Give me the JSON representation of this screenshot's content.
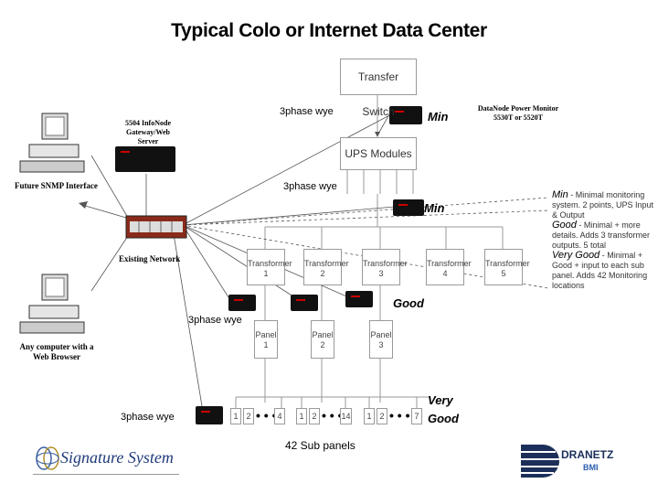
{
  "title": "Typical Colo or Internet Data Center",
  "boxes": {
    "transfer_switch": "Transfer Switch",
    "ups_modules": "UPS Modules",
    "transformers": [
      "Transformer 1",
      "Transformer 2",
      "Transformer 3",
      "Transformer 4",
      "Transformer 5"
    ],
    "panels": [
      "Panel 1",
      "Panel 2",
      "Panel 3"
    ]
  },
  "labels": {
    "phase_top": "3phase wye",
    "phase_mid": "3phase wye",
    "phase_panel": "3phase wye",
    "phase_bottom": "3phase wye",
    "gateway": "5504 InfoNode Gateway/Web Server",
    "snmp": "Future SNMP Interface",
    "network": "Existing Network",
    "browser": "Any computer with a Web Browser",
    "monitor": "DataNode Power Monitor 5530T or 5520T",
    "sub_panels": "42 Sub panels"
  },
  "ratings": {
    "min1": "Min",
    "min2": "Min",
    "good": "Good",
    "very": "Very",
    "very_good": "Good"
  },
  "sub_panel_groups": [
    [
      "1",
      "2",
      "4"
    ],
    [
      "1",
      "2",
      "14"
    ],
    [
      "1",
      "2",
      "7"
    ]
  ],
  "legend": {
    "min_key": "Min",
    "min_text": "- Minimal monitoring system. 2 points, UPS Input & Output",
    "good_key": "Good",
    "good_text": "- Minimal + more details. Adds 3 transformer outputs. 5 total",
    "vgood_key": "Very Good",
    "vgood_text": "- Minimal + Good + input to each sub panel. Adds 42 Monitoring locations"
  },
  "logos": {
    "signature": "Signature System",
    "dranetz": "DRANETZ",
    "bmi": "BMI"
  }
}
